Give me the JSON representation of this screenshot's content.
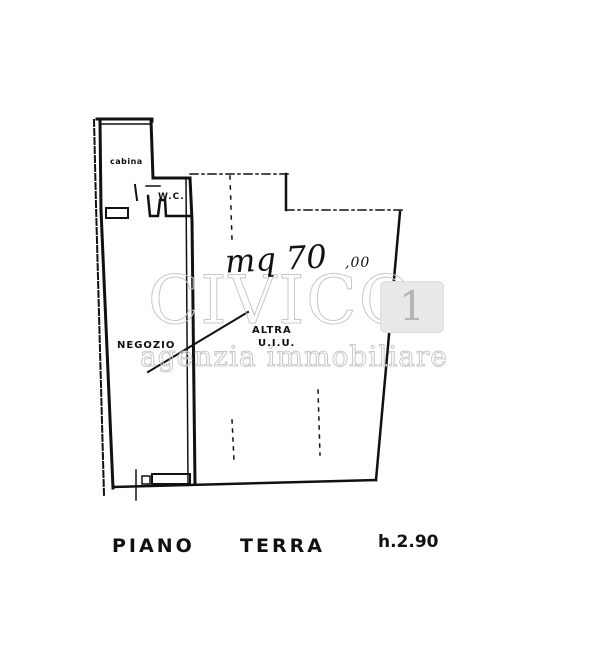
{
  "floor_plan": {
    "title": "PIANO",
    "title_word2": "TERRA",
    "ceiling_height": "h.2.90",
    "area_note": "mq 70",
    "area_note_decimals": ",00",
    "rooms": [
      {
        "label": "cabina"
      },
      {
        "label": "W.C."
      },
      {
        "label": "NEGOZIO"
      },
      {
        "label": "ALTRA"
      },
      {
        "label": "U.I.U."
      }
    ]
  },
  "watermark": {
    "brand": "CIVICO",
    "badge_number": "1",
    "subtitle": "agenzia immobiliare"
  }
}
